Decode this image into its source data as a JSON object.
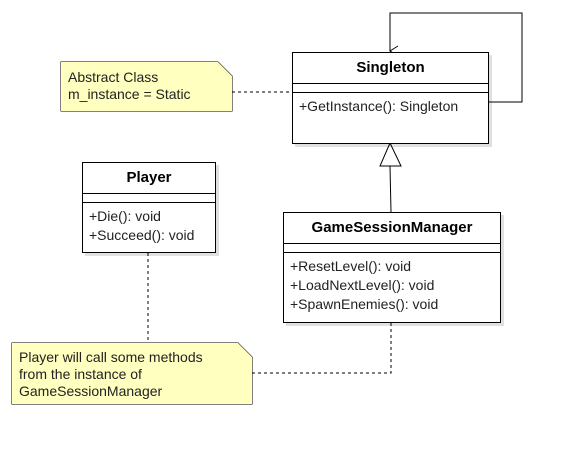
{
  "diagram": {
    "nodes": [
      {
        "id": "singleton",
        "kind": "class",
        "name": "Singleton",
        "operations": [
          "+GetInstance(): Singleton"
        ]
      },
      {
        "id": "player",
        "kind": "class",
        "name": "Player",
        "operations": [
          "+Die(): void",
          "+Succeed(): void"
        ]
      },
      {
        "id": "game-session-manager",
        "kind": "class",
        "name": "GameSessionManager",
        "operations": [
          "+ResetLevel(): void",
          "+LoadNextLevel(): void",
          "+SpawnEnemies(): void"
        ]
      },
      {
        "id": "abstract-note",
        "kind": "note",
        "lines": [
          "Abstract Class",
          "m_instance = Static"
        ]
      },
      {
        "id": "player-note",
        "kind": "note",
        "lines": [
          "Player will call some methods",
          "from the instance of",
          "GameSessionManager"
        ]
      }
    ],
    "edges": [
      {
        "from": "singleton",
        "to": "singleton",
        "type": "association",
        "style": "solid",
        "arrow": "open"
      },
      {
        "from": "game-session-manager",
        "to": "singleton",
        "type": "generalization",
        "style": "solid",
        "arrow": "hollow-triangle"
      },
      {
        "from": "abstract-note",
        "to": "singleton",
        "type": "note-link",
        "style": "dashed"
      },
      {
        "from": "player",
        "to": "player-note",
        "type": "note-link",
        "style": "dashed"
      },
      {
        "from": "player-note",
        "to": "game-session-manager",
        "type": "note-link",
        "style": "dashed"
      }
    ]
  },
  "colors": {
    "note_fill": "#ffffc0",
    "class_fill": "#ffffff",
    "stroke": "#000000"
  }
}
